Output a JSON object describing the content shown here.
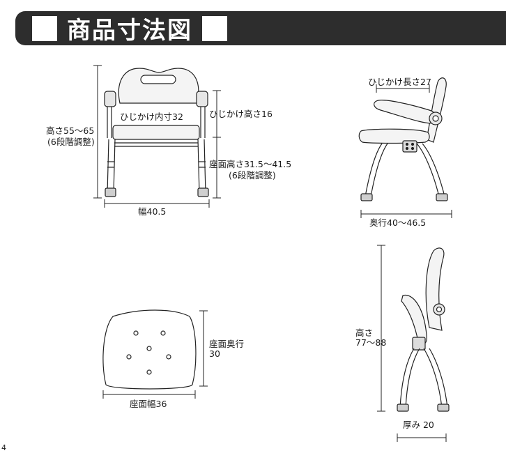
{
  "header": {
    "title": "商品寸法図"
  },
  "front_view": {
    "height": "高さ55～65",
    "height_steps": "(6段階調整)",
    "armrest_inner": "ひじかけ内寸32",
    "armrest_height": "ひじかけ高さ16",
    "seat_height": "座面高さ31.5～41.5",
    "seat_height_steps": "(6段階調整)",
    "width": "幅40.5"
  },
  "side_view": {
    "armrest_length": "ひじかけ長さ27",
    "depth": "奥行40～46.5"
  },
  "seat_view": {
    "seat_depth_line1": "座面奥行",
    "seat_depth_line2": "30",
    "seat_width": "座面幅36"
  },
  "folded_view": {
    "height_line1": "高さ",
    "height_line2": "77～88",
    "thickness": "厚み 20"
  },
  "page": {
    "number": "4"
  }
}
